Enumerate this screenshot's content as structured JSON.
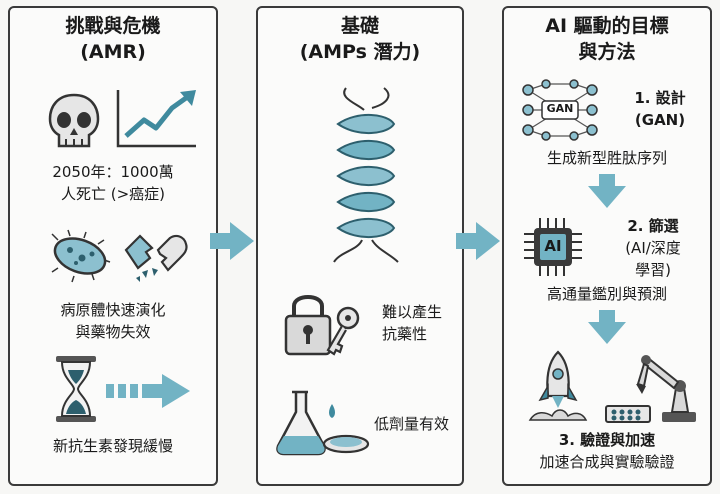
{
  "colors": {
    "accent": "#72b3c4",
    "accent_dark": "#3f8a9e",
    "outline": "#3a3a3a",
    "icon_gray": "#d9d9d9"
  },
  "panel1": {
    "title_line1": "挑戰與危機",
    "title_line2": "(AMR)",
    "stat_line1": "2050年：1000萬",
    "stat_line2": "人死亡 (>癌症)",
    "evolve_line1": "病原體快速演化",
    "evolve_line2": "與藥物失效",
    "slow_discovery": "新抗生素發現緩慢"
  },
  "panel2": {
    "title_line1": "基礎",
    "title_line2": "(AMPs 潛力)",
    "resist_line1": "難以產生",
    "resist_line2": "抗藥性",
    "low_dose": "低劑量有效"
  },
  "panel3": {
    "title_line1": "AI 驅動的目標",
    "title_line2": "與方法",
    "gan_badge": "GAN",
    "step1_line1": "1. 設計",
    "step1_line2": "(GAN)",
    "step1_desc": "生成新型胜肽序列",
    "ai_chip": "AI",
    "step2_line1": "2. 篩選",
    "step2_line2": "(AI/深度",
    "step2_line3": "學習)",
    "step2_desc": "高通量鑑別與預測",
    "step3_title": "3. 驗證與加速",
    "step3_desc": "加速合成與實驗驗證"
  }
}
